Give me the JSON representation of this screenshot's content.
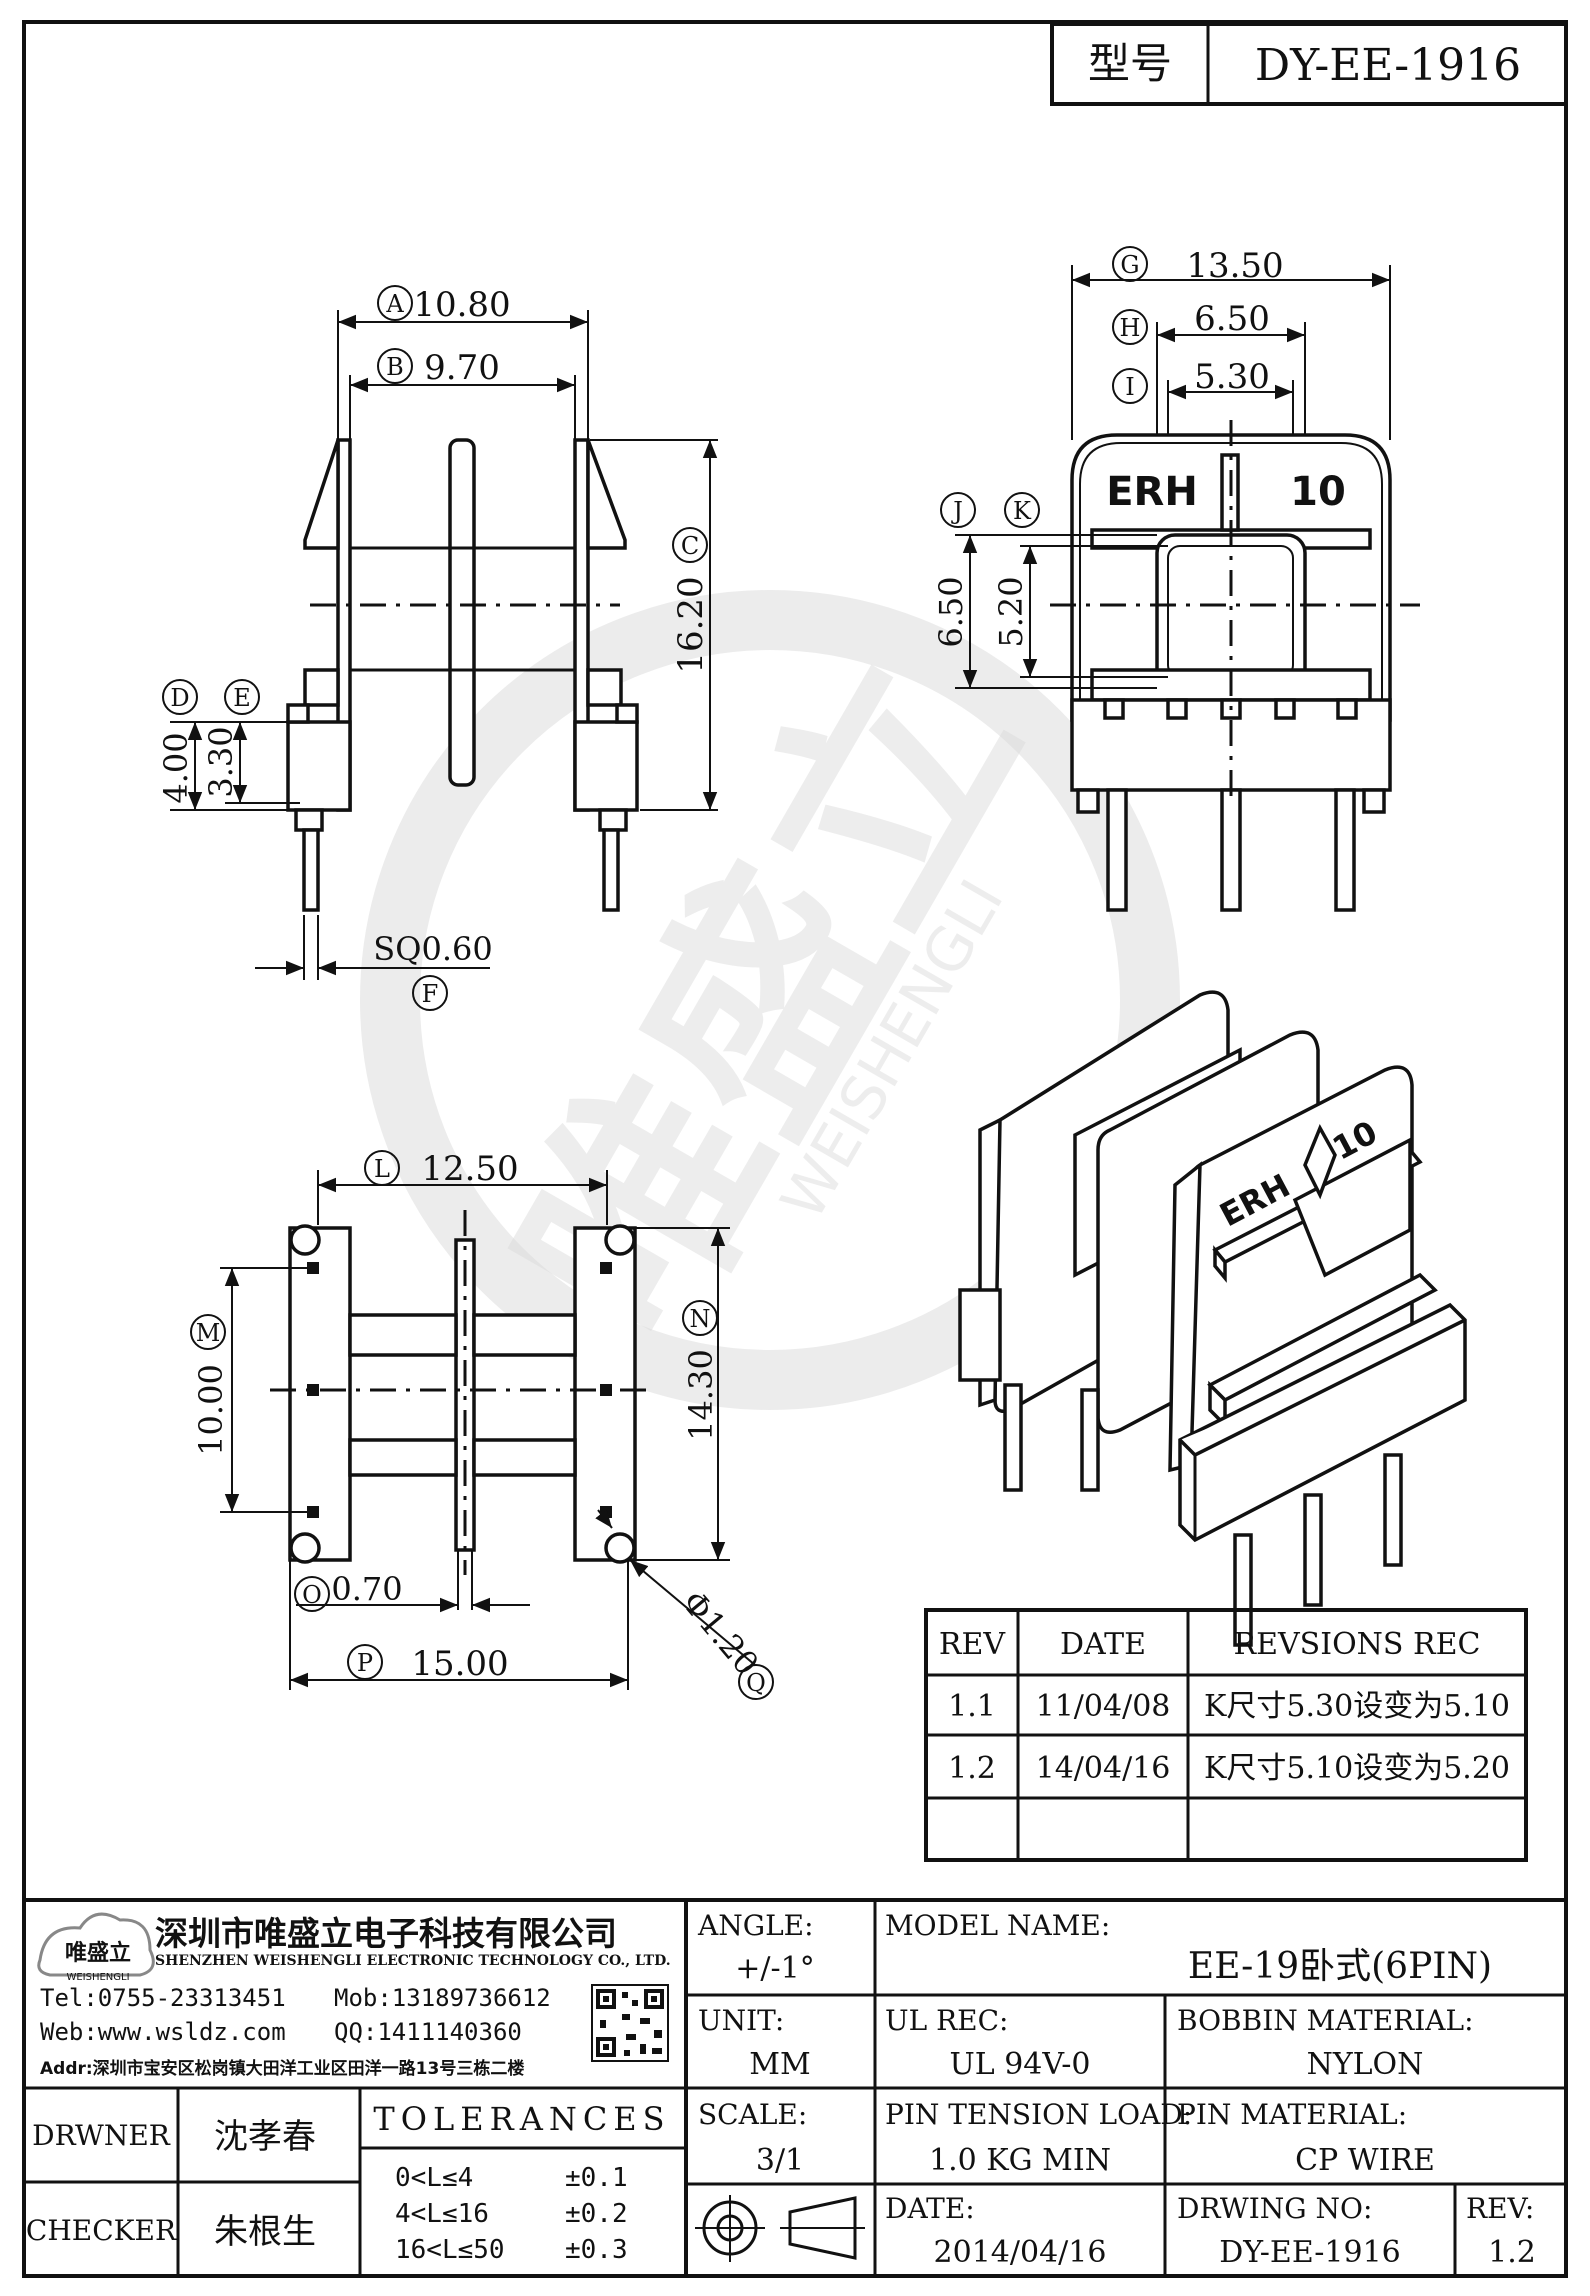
{
  "model_box": {
    "label": "型号",
    "value": "DY-EE-1916"
  },
  "dimensions": {
    "A": {
      "letter": "A",
      "value": "10.80"
    },
    "B": {
      "letter": "B",
      "value": "9.70"
    },
    "C": {
      "letter": "C",
      "value": "16.20"
    },
    "D": {
      "letter": "D",
      "value": "4.00"
    },
    "E": {
      "letter": "E",
      "value": "3.30"
    },
    "F": {
      "letter": "F",
      "value": "SQ0.60"
    },
    "G": {
      "letter": "G",
      "value": "13.50"
    },
    "H": {
      "letter": "H",
      "value": "6.50"
    },
    "I": {
      "letter": "I",
      "value": "5.30"
    },
    "J": {
      "letter": "J",
      "value": "6.50"
    },
    "K": {
      "letter": "K",
      "value": "5.20"
    },
    "L": {
      "letter": "L",
      "value": "12.50"
    },
    "M": {
      "letter": "M",
      "value": "10.00"
    },
    "N": {
      "letter": "N",
      "value": "14.30"
    },
    "O": {
      "letter": "O",
      "value": "0.70"
    },
    "P": {
      "letter": "P",
      "value": "15.00"
    },
    "Q": {
      "letter": "Q",
      "value": "Φ1.20"
    }
  },
  "bobbin_marking": {
    "brand": "ERH",
    "number": "10"
  },
  "watermark": {
    "cn": "唯盛立",
    "en": "WEISHENGLI"
  },
  "revisions": {
    "headers": [
      "REV",
      "DATE",
      "REVSIONS REC"
    ],
    "rows": [
      {
        "rev": "1.1",
        "date": "11/04/08",
        "rec": "K尺寸5.30设变为5.10"
      },
      {
        "rev": "1.2",
        "date": "14/04/16",
        "rec": "K尺寸5.10设变为5.20"
      }
    ]
  },
  "company": {
    "logo_text": "唯盛立",
    "logo_sub": "WEISHENGLI",
    "name_cn": "深圳市唯盛立电子科技有限公司",
    "name_en": "SHENZHEN WEISHENGLI ELECTRONIC TECHNOLOGY CO., LTD.",
    "tel": "Tel:0755-23313451",
    "mob": "Mob:13189736612",
    "web": "Web:www.wsldz.com",
    "qq": "QQ:1411140360",
    "addr": "Addr:深圳市宝安区松岗镇大田洋工业区田洋一路13号三栋二楼"
  },
  "title_block": {
    "angle_label": "ANGLE:",
    "angle_value": "+/-1°",
    "model_name_label": "MODEL NAME:",
    "model_name_value": "EE-19卧式(6PIN)",
    "unit_label": "UNIT:",
    "unit_value": "MM",
    "ul_rec_label": "UL REC:",
    "ul_rec_value": "UL 94V-0",
    "bobbin_material_label": "BOBBIN MATERIAL:",
    "bobbin_material_value": "NYLON",
    "scale_label": "SCALE:",
    "scale_value": "3/1",
    "pin_tension_label": "PIN TENSION LOAD:",
    "pin_tension_value": "1.0 KG MIN",
    "pin_material_label": "PIN MATERIAL:",
    "pin_material_value": "CP WIRE",
    "date_label": "DATE:",
    "date_value": "2014/04/16",
    "drawing_no_label": "DRWING NO:",
    "drawing_no_value": "DY-EE-1916",
    "rev_label": "REV:",
    "rev_value": "1.2",
    "drawer_label": "DRWNER",
    "drawer_name": "沈孝春",
    "checker_label": "CHECKER",
    "checker_name": "朱根生",
    "tolerances_title": "TOLERANCES",
    "tolerances": [
      {
        "range": "0<L≤4",
        "tol": "±0.1"
      },
      {
        "range": "4<L≤16",
        "tol": "±0.2"
      },
      {
        "range": "16<L≤50",
        "tol": "±0.3"
      }
    ]
  }
}
